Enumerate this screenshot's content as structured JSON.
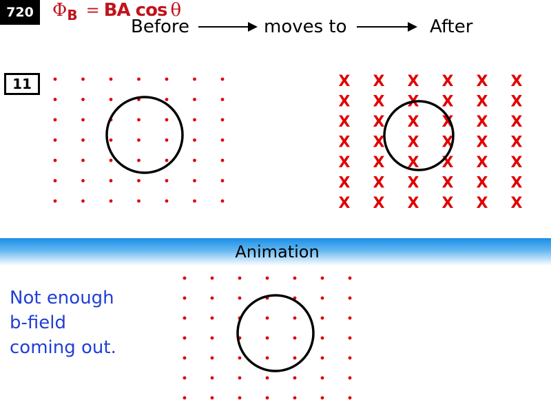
{
  "slide_number": "720",
  "formula": {
    "phi": "Φ",
    "sub": "B",
    "eq": "=",
    "rhs": "BA cos",
    "theta": "θ"
  },
  "header": {
    "before": "Before",
    "moves_to": "moves to",
    "after": "After"
  },
  "problem_number": "11",
  "cross_glyph": "X",
  "band_label": "Animation",
  "note_lines": [
    "Not enough",
    "b-field",
    "coming out."
  ],
  "colors": {
    "field": "#e00000",
    "note": "#1f3fd6",
    "formula": "#c0141c",
    "band": "#1a8ee8"
  },
  "fields": {
    "before": {
      "symbol": "dot",
      "rows": 7,
      "cols": 7
    },
    "after": {
      "symbol": "cross",
      "rows": 7,
      "cols": 6
    },
    "animation": {
      "symbol": "dot",
      "rows": 7,
      "cols": 7
    }
  }
}
